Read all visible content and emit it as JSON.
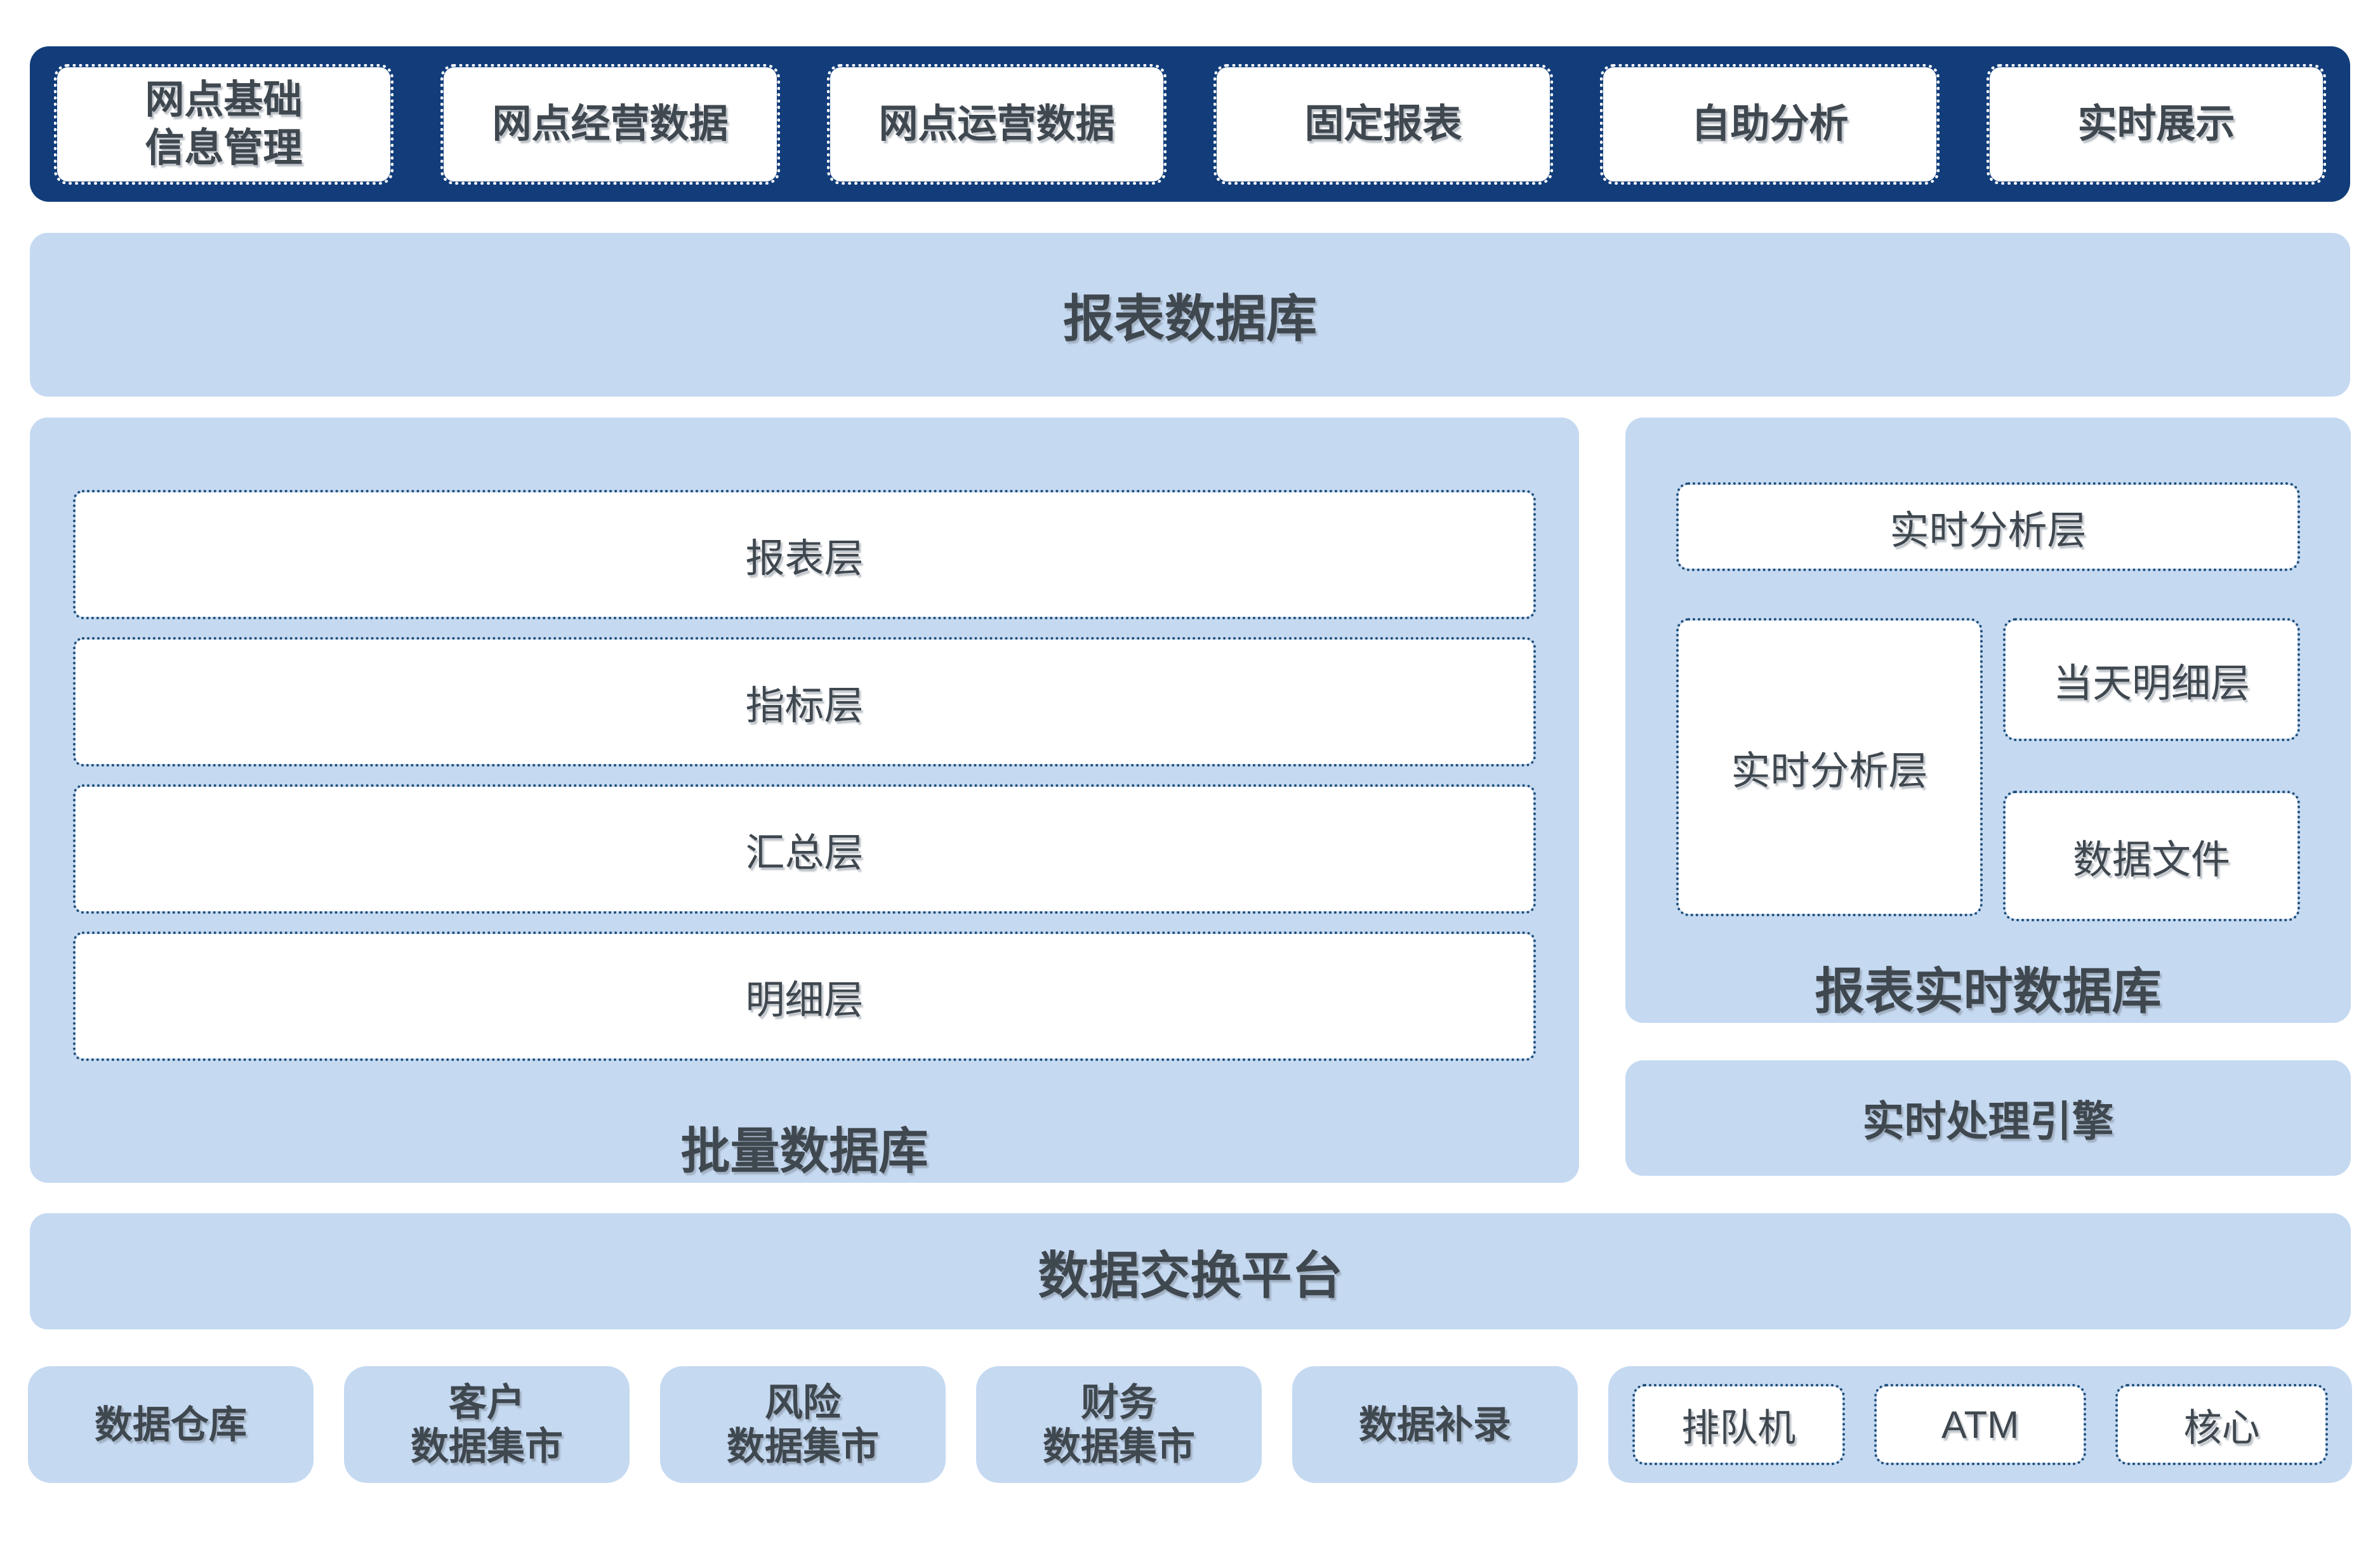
{
  "colors": {
    "navy": "#123D7A",
    "light_blue": "#C5D9F1",
    "text": "#3F474F",
    "dotted_border": "#1F4E79",
    "box_bg": "#FFFFFF"
  },
  "top_bar": {
    "items": [
      {
        "label": "网点基础\n信息管理"
      },
      {
        "label": "网点经营数据"
      },
      {
        "label": "网点运营数据"
      },
      {
        "label": "固定报表"
      },
      {
        "label": "自助分析"
      },
      {
        "label": "实时展示"
      }
    ]
  },
  "report_db_band": {
    "label": "报表数据库"
  },
  "batch_panel": {
    "rows": [
      {
        "label": "报表层"
      },
      {
        "label": "指标层"
      },
      {
        "label": "汇总层"
      },
      {
        "label": "明细层"
      }
    ],
    "title": "批量数据库"
  },
  "realtime_panel": {
    "top_box": "实时分析层",
    "left_box": "实时分析层",
    "right_boxes": [
      {
        "label": "当天明细层"
      },
      {
        "label": "数据文件"
      }
    ],
    "title": "报表实时数据库"
  },
  "engine_band": {
    "label": "实时处理引擎"
  },
  "exchange_band": {
    "label": "数据交换平台"
  },
  "bottom_row": {
    "sources": [
      {
        "label": "数据仓库"
      },
      {
        "label": "客户\n数据集市"
      },
      {
        "label": "风险\n数据集市"
      },
      {
        "label": "财务\n数据集市"
      },
      {
        "label": "数据补录"
      }
    ],
    "channels": [
      {
        "label": "排队机"
      },
      {
        "label": "ATM"
      },
      {
        "label": "核心"
      }
    ]
  }
}
